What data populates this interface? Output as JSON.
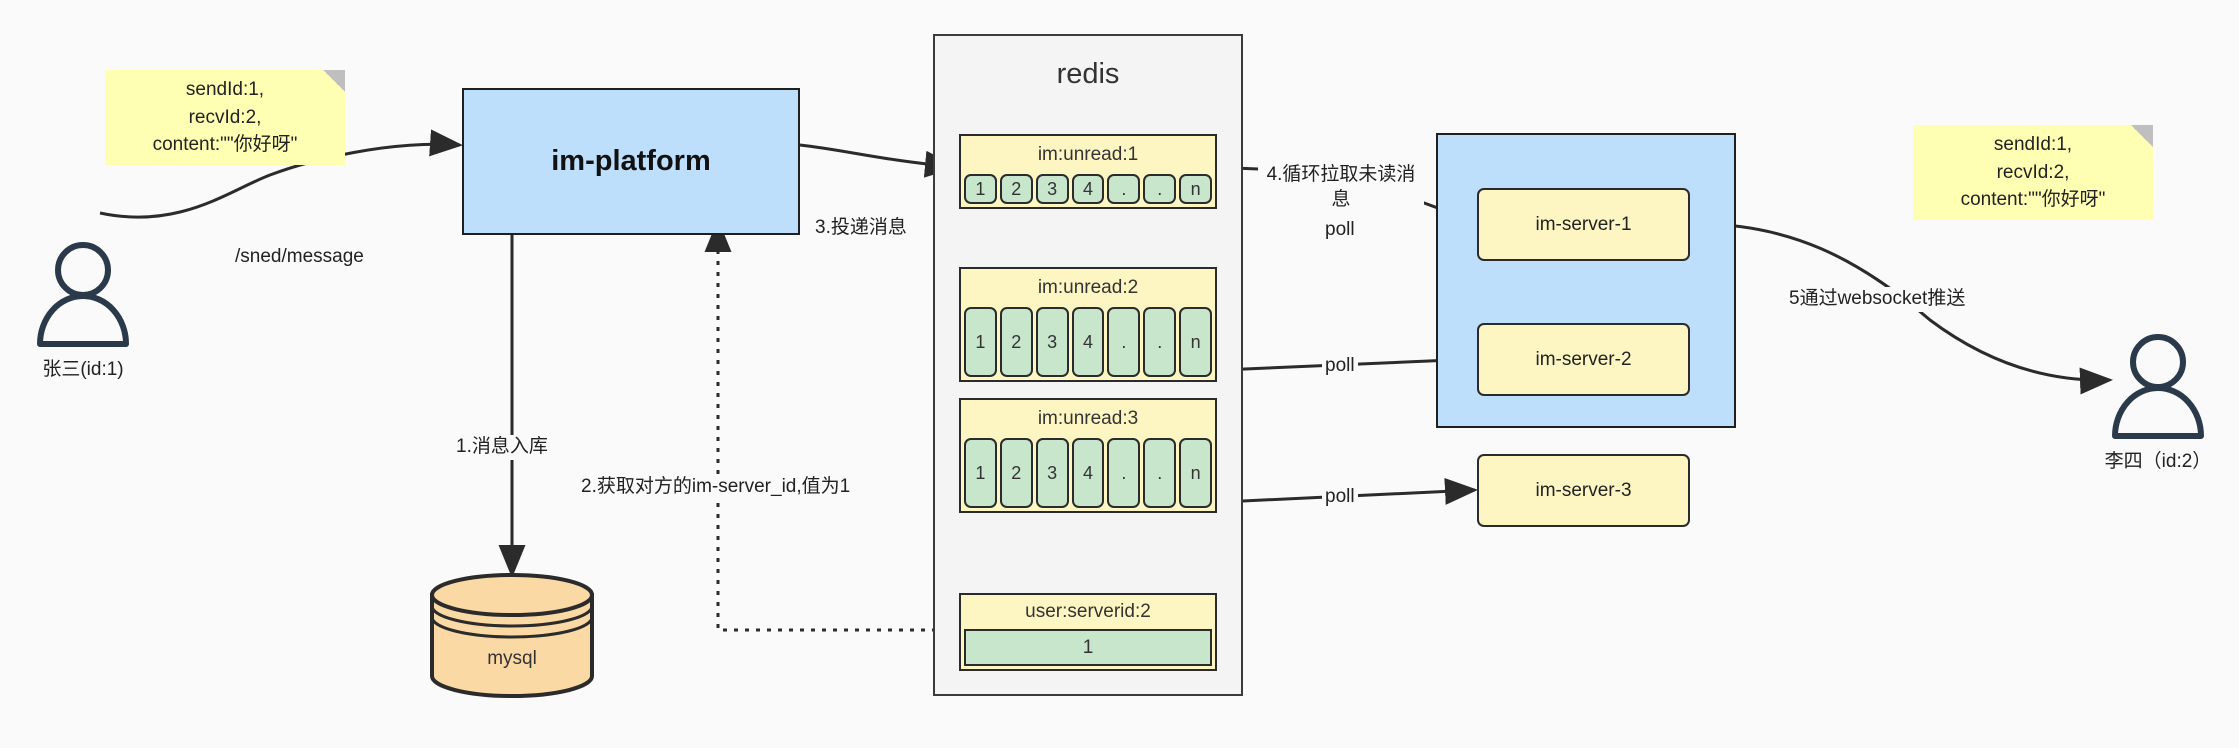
{
  "diagram": {
    "title": "IM message delivery architecture",
    "colors": {
      "note": "#ffffb3",
      "process": "#bddffb",
      "redis_container": "#f4f4f4",
      "list_header": "#fdf6c3",
      "list_cell": "#c7e6cc",
      "database": "#fbd9a5",
      "stroke": "#2b2b2b"
    }
  },
  "notes": {
    "left": "sendId:1,\nrecvId:2,\ncontent:\"\"你好呀\"",
    "right": "sendId:1,\nrecvId:2,\ncontent:\"\"你好呀\""
  },
  "actors": {
    "sender": {
      "label": "张三(id:1)"
    },
    "receiver": {
      "label": "李四（id:2）"
    }
  },
  "platform": {
    "label": "im-platform"
  },
  "database": {
    "label": "mysql"
  },
  "redis": {
    "title": "redis",
    "lists": [
      {
        "key": "im:unread:1",
        "cells": [
          "1",
          "2",
          "3",
          "4",
          ".",
          ".",
          "n"
        ]
      },
      {
        "key": "im:unread:2",
        "cells": [
          "1",
          "2",
          "3",
          "4",
          ".",
          ".",
          "n"
        ]
      },
      {
        "key": "im:unread:3",
        "cells": [
          "1",
          "2",
          "3",
          "4",
          ".",
          ".",
          "n"
        ]
      }
    ],
    "kv": {
      "key": "user:serverid:2",
      "value": "1"
    }
  },
  "cluster": {
    "servers": [
      {
        "label": "im-server-1"
      },
      {
        "label": "im-server-2"
      },
      {
        "label": "im-server-3"
      }
    ]
  },
  "edge_labels": {
    "send_message": "/sned/message",
    "step1": "1.消息入库",
    "step2": "2.获取对方的im-server_id,值为1",
    "step3": "3.投递消息",
    "step4": "4.循环拉取未读消\n息",
    "poll1": "poll",
    "poll2": "poll",
    "poll3": "poll",
    "step5": "5通过websocket推送"
  }
}
